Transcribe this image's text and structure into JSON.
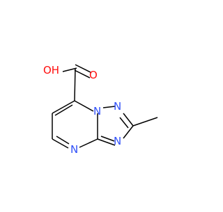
{
  "molecule": {
    "atoms": [
      {
        "id": "O1",
        "label": "O",
        "color": "#ff0d0d"
      },
      {
        "id": "O2",
        "label": "OH",
        "color": "#ff0d0d"
      },
      {
        "id": "N1",
        "label": "N",
        "color": "#3050f8"
      },
      {
        "id": "N2",
        "label": "N",
        "color": "#3050f8"
      },
      {
        "id": "N3",
        "label": "N",
        "color": "#3050f8"
      },
      {
        "id": "N4",
        "label": "N",
        "color": "#3050f8"
      }
    ],
    "bond_color": "#000000"
  }
}
